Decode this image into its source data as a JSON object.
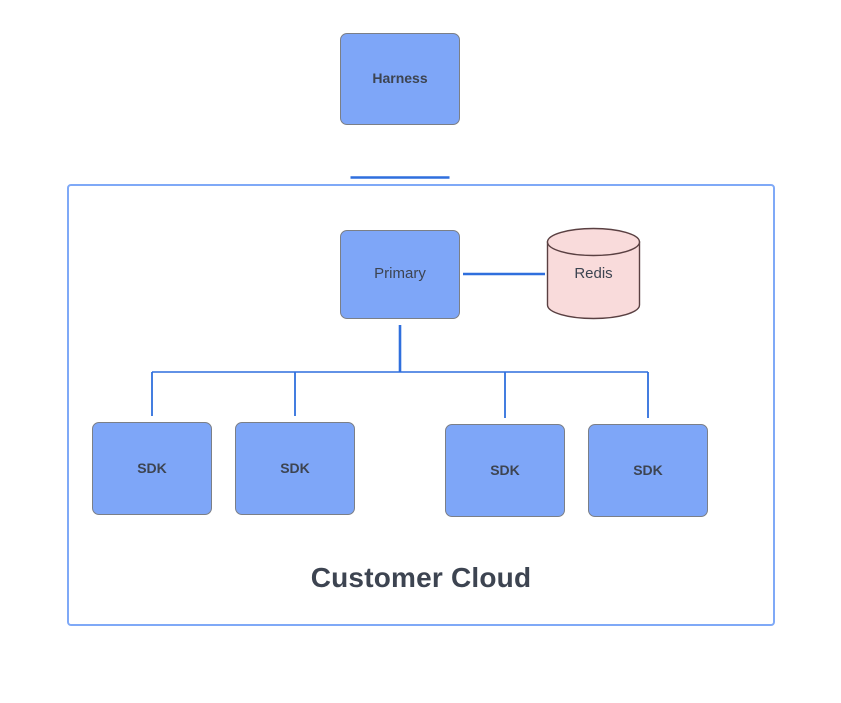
{
  "diagram": {
    "title": "Customer Cloud",
    "background_color": "#ffffff",
    "node_fill": "#7ea6f8",
    "node_stroke": "#7b7f87",
    "text_color": "#3d4451",
    "connector_color": "#2f6fdd",
    "container_stroke": "#7fa9f7",
    "datastore_fill": "#f9dbdb",
    "datastore_stroke": "#5a4042"
  },
  "nodes": {
    "harness": {
      "label": "Harness",
      "shape": "rounded-rectangle"
    },
    "primary": {
      "label": "Primary",
      "shape": "rounded-rectangle"
    },
    "redis": {
      "label": "Redis",
      "shape": "cylinder"
    },
    "sdks": [
      {
        "label": "SDK",
        "shape": "rounded-rectangle"
      },
      {
        "label": "SDK",
        "shape": "rounded-rectangle"
      },
      {
        "label": "SDK",
        "shape": "rounded-rectangle"
      },
      {
        "label": "SDK",
        "shape": "rounded-rectangle"
      }
    ]
  },
  "container": {
    "label": "Customer Cloud"
  },
  "connectors": [
    {
      "from": "harness",
      "to": "primary",
      "style": "double-arrow",
      "orientation": "vertical"
    },
    {
      "from": "primary",
      "to": "redis",
      "style": "double-arrow",
      "orientation": "horizontal"
    },
    {
      "from": "sdks",
      "to": "primary",
      "style": "arrow",
      "orientation": "tree"
    }
  ]
}
